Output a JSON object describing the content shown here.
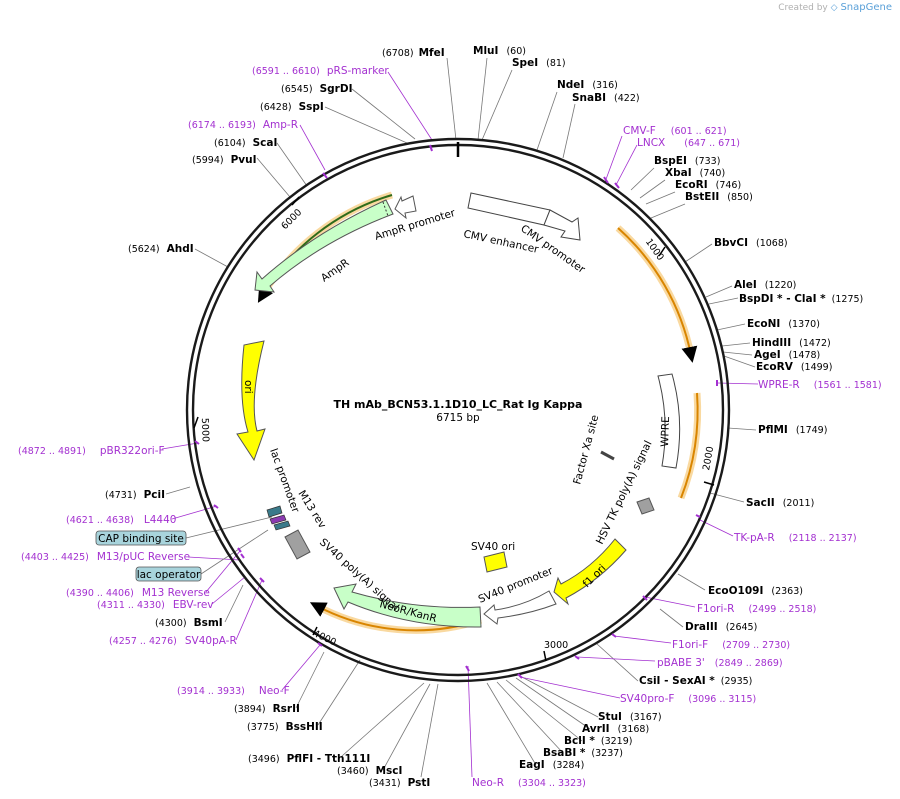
{
  "credit": {
    "prefix": "Created by",
    "brand": "SnapGene"
  },
  "title": "TH mAb_BCN53.1.1D10_LC_Rat Ig Kappa",
  "length_label": "6715 bp",
  "total_bp": 6715,
  "ticks": [
    "1000",
    "2000",
    "3000",
    "4000",
    "5000",
    "6000"
  ],
  "colors": {
    "orange": "#f2a93b",
    "green": "#c8ffc8",
    "yellow": "#ffff00",
    "purple": "#a330d0",
    "gray": "#a0a0a0"
  },
  "enzymes": [
    {
      "name": "MfeI",
      "pos": "(6708)"
    },
    {
      "name": "MluI",
      "pos": "(60)"
    },
    {
      "name": "SpeI",
      "pos": "(81)"
    },
    {
      "name": "NdeI",
      "pos": "(316)"
    },
    {
      "name": "SnaBI",
      "pos": "(422)"
    },
    {
      "name": "BspEI",
      "pos": "(733)"
    },
    {
      "name": "XbaI",
      "pos": "(740)"
    },
    {
      "name": "EcoRI",
      "pos": "(746)"
    },
    {
      "name": "BstEII",
      "pos": "(850)"
    },
    {
      "name": "BbvCI",
      "pos": "(1068)"
    },
    {
      "name": "AleI",
      "pos": "(1220)"
    },
    {
      "name": "BspDI * - ClaI *",
      "pos": "(1275)"
    },
    {
      "name": "EcoNI",
      "pos": "(1370)"
    },
    {
      "name": "HindIII",
      "pos": "(1472)"
    },
    {
      "name": "AgeI",
      "pos": "(1478)"
    },
    {
      "name": "EcoRV",
      "pos": "(1499)"
    },
    {
      "name": "PflMI",
      "pos": "(1749)"
    },
    {
      "name": "SacII",
      "pos": "(2011)"
    },
    {
      "name": "EcoO109I",
      "pos": "(2363)"
    },
    {
      "name": "DraIII",
      "pos": "(2645)"
    },
    {
      "name": "CsiI - SexAI *",
      "pos": "(2935)"
    },
    {
      "name": "StuI",
      "pos": "(3167)"
    },
    {
      "name": "AvrII",
      "pos": "(3168)"
    },
    {
      "name": "BclI *",
      "pos": "(3219)"
    },
    {
      "name": "BsaBI *",
      "pos": "(3237)"
    },
    {
      "name": "EagI",
      "pos": "(3284)"
    },
    {
      "name": "PstI",
      "pos": "(3431)"
    },
    {
      "name": "MscI",
      "pos": "(3460)"
    },
    {
      "name": "PflFI - Tth111I",
      "pos": "(3496)"
    },
    {
      "name": "BssHII",
      "pos": "(3775)"
    },
    {
      "name": "RsrII",
      "pos": "(3894)"
    },
    {
      "name": "BsmI",
      "pos": "(4300)"
    },
    {
      "name": "PciI",
      "pos": "(4731)"
    },
    {
      "name": "AhdI",
      "pos": "(5624)"
    },
    {
      "name": "PvuI",
      "pos": "(5994)"
    },
    {
      "name": "ScaI",
      "pos": "(6104)"
    },
    {
      "name": "SspI",
      "pos": "(6428)"
    },
    {
      "name": "SgrDI",
      "pos": "(6545)"
    }
  ],
  "primers": [
    {
      "name": "pRS-marker",
      "range": "(6591 .. 6610)"
    },
    {
      "name": "Amp-R",
      "range": "(6174 .. 6193)"
    },
    {
      "name": "CMV-F",
      "range": "(601 .. 621)"
    },
    {
      "name": "LNCX",
      "range": "(647 .. 671)"
    },
    {
      "name": "WPRE-R",
      "range": "(1561 .. 1581)"
    },
    {
      "name": "TK-pA-R",
      "range": "(2118 .. 2137)"
    },
    {
      "name": "F1ori-R",
      "range": "(2499 .. 2518)"
    },
    {
      "name": "F1ori-F",
      "range": "(2709 .. 2730)"
    },
    {
      "name": "pBABE 3'",
      "range": "(2849 .. 2869)"
    },
    {
      "name": "SV40pro-F",
      "range": "(3096 .. 3115)"
    },
    {
      "name": "Neo-R",
      "range": "(3304 .. 3323)"
    },
    {
      "name": "Neo-F",
      "range": "(3914 .. 3933)"
    },
    {
      "name": "SV40pA-R",
      "range": "(4257 .. 4276)"
    },
    {
      "name": "EBV-rev",
      "range": "(4311 .. 4330)"
    },
    {
      "name": "M13 Reverse",
      "range": "(4390 .. 4406)"
    },
    {
      "name": "M13/pUC Reverse",
      "range": "(4403 .. 4425)"
    },
    {
      "name": "L4440",
      "range": "(4621 .. 4638)"
    },
    {
      "name": "pBR322ori-F",
      "range": "(4872 .. 4891)"
    }
  ],
  "boxed_features": [
    {
      "name": "CAP binding site"
    },
    {
      "name": "lac operator"
    }
  ],
  "features": [
    {
      "name": "CMV enhancer"
    },
    {
      "name": "CMV promoter"
    },
    {
      "name": "WPRE"
    },
    {
      "name": "Factor Xa site"
    },
    {
      "name": "HSV TK poly(A) signal"
    },
    {
      "name": "f1 ori"
    },
    {
      "name": "SV40 ori"
    },
    {
      "name": "SV40 promoter"
    },
    {
      "name": "NeoR/KanR"
    },
    {
      "name": "SV40 poly(A) signal"
    },
    {
      "name": "M13 rev"
    },
    {
      "name": "lac promoter"
    },
    {
      "name": "ori"
    },
    {
      "name": "AmpR"
    },
    {
      "name": "AmpR promoter"
    }
  ]
}
